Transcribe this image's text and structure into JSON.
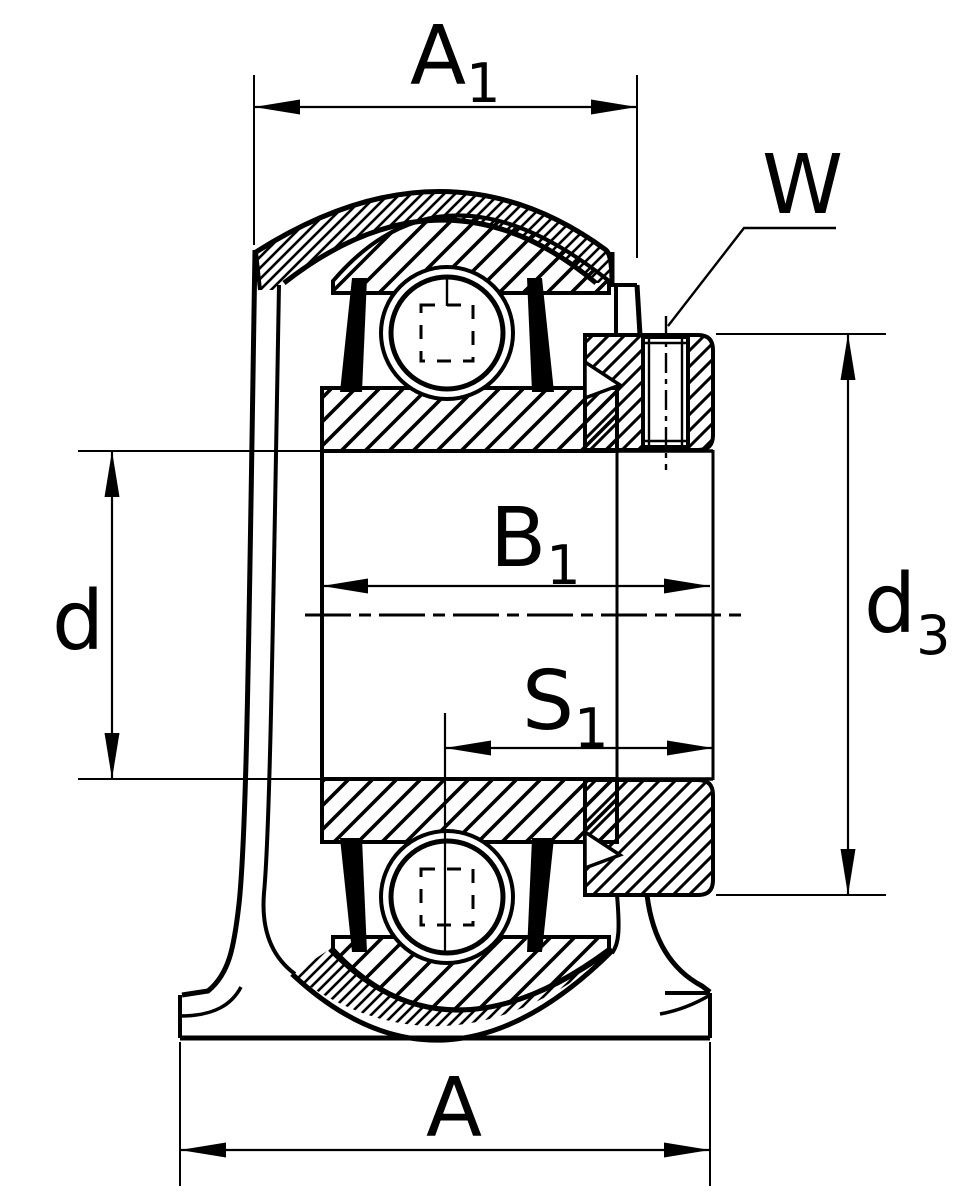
{
  "drawing": {
    "type": "bearing-housing-unit-cross-section",
    "description": "Plummer block housing unit with insert ball bearing, eccentric locking collar and set screw, sectional technical drawing with dimension annotations"
  },
  "colors": {
    "ink": "#000000",
    "background": "#ffffff"
  },
  "labels": {
    "a1": {
      "main": "A",
      "sub": "1"
    },
    "w": {
      "main": "W"
    },
    "b1": {
      "main": "B",
      "sub": "1"
    },
    "s1": {
      "main": "S",
      "sub": "1"
    },
    "d": {
      "main": "d"
    },
    "d3": {
      "main": "d",
      "sub": "3"
    },
    "a": {
      "main": "A"
    }
  }
}
